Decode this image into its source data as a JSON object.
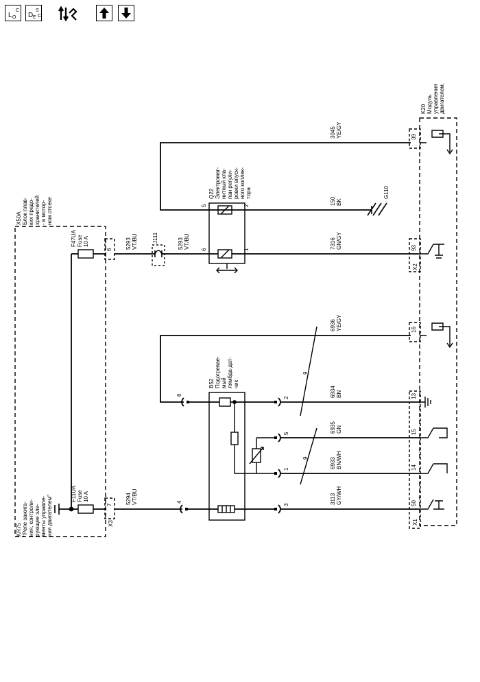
{
  "toolbar": {
    "loc": {
      "main": "L",
      "sub": "O",
      "sup": "C"
    },
    "desc": {
      "main": "D",
      "sub": "E",
      "sup": "S",
      "tail": "C"
    }
  },
  "components": {
    "kr75": [
      "KR75",
      "\"Реле зажига-",
      "ния, контроли-",
      "рующее эле-",
      "менты управле-",
      "ния двигателем\""
    ],
    "x50a": [
      "X50A",
      "Блок плав-",
      "ких предо-",
      "хранителей",
      "- в мотор-",
      "ном отсеке"
    ],
    "f11ua": [
      "F11UA",
      "Fuse",
      "10 A"
    ],
    "f47ua": [
      "F47UA",
      "Fuse",
      "10 A"
    ],
    "q22": [
      "Q22",
      "Электромаг-",
      "нитный кла-",
      "пан регули-",
      "ровки впуск-",
      "ного коллек-",
      "тора"
    ],
    "b52": [
      "B52",
      "Подогревае-",
      "мый",
      "лямбда-дат-",
      "чик"
    ],
    "k20": [
      "K20",
      "Модуль",
      "управления",
      "двигателем."
    ],
    "g110": "G110",
    "j111": "J111",
    "x1": "X1",
    "x2": "X2",
    "x3": "X3"
  },
  "wires": {
    "w3045": [
      "3045",
      "YE/GY"
    ],
    "w150": [
      "150",
      "BK"
    ],
    "w7316": [
      "7316",
      "GN/GY"
    ],
    "w5293a": [
      "5293",
      "VT/BU"
    ],
    "w5293b": [
      "5293",
      "VT/BU"
    ],
    "w6936": [
      "6936",
      "YE/GY"
    ],
    "w6934": [
      "6934",
      "BN"
    ],
    "w6935": [
      "6935",
      "GN"
    ],
    "w6933": [
      "6933",
      "BN/WH"
    ],
    "w3113": [
      "3113",
      "GY/WH"
    ],
    "w5294": [
      "5294",
      "VT/BU"
    ]
  },
  "pins": {
    "k20_39": "39",
    "k20_93": "93",
    "k20_16": "16",
    "k20_13": "13",
    "k20_15": "15",
    "k20_14": "14",
    "k20_50": "50",
    "q22_5": "5",
    "q22_6": "6",
    "q22_2": "2",
    "q22_1": "1",
    "x50a_6": "6",
    "x3_7": "7",
    "b52_2": "2",
    "b52_5": "5",
    "b52_1": "1",
    "b52_3": "3",
    "c6": "6",
    "c4": "4",
    "twist_a": "9",
    "twist_b": "9"
  }
}
